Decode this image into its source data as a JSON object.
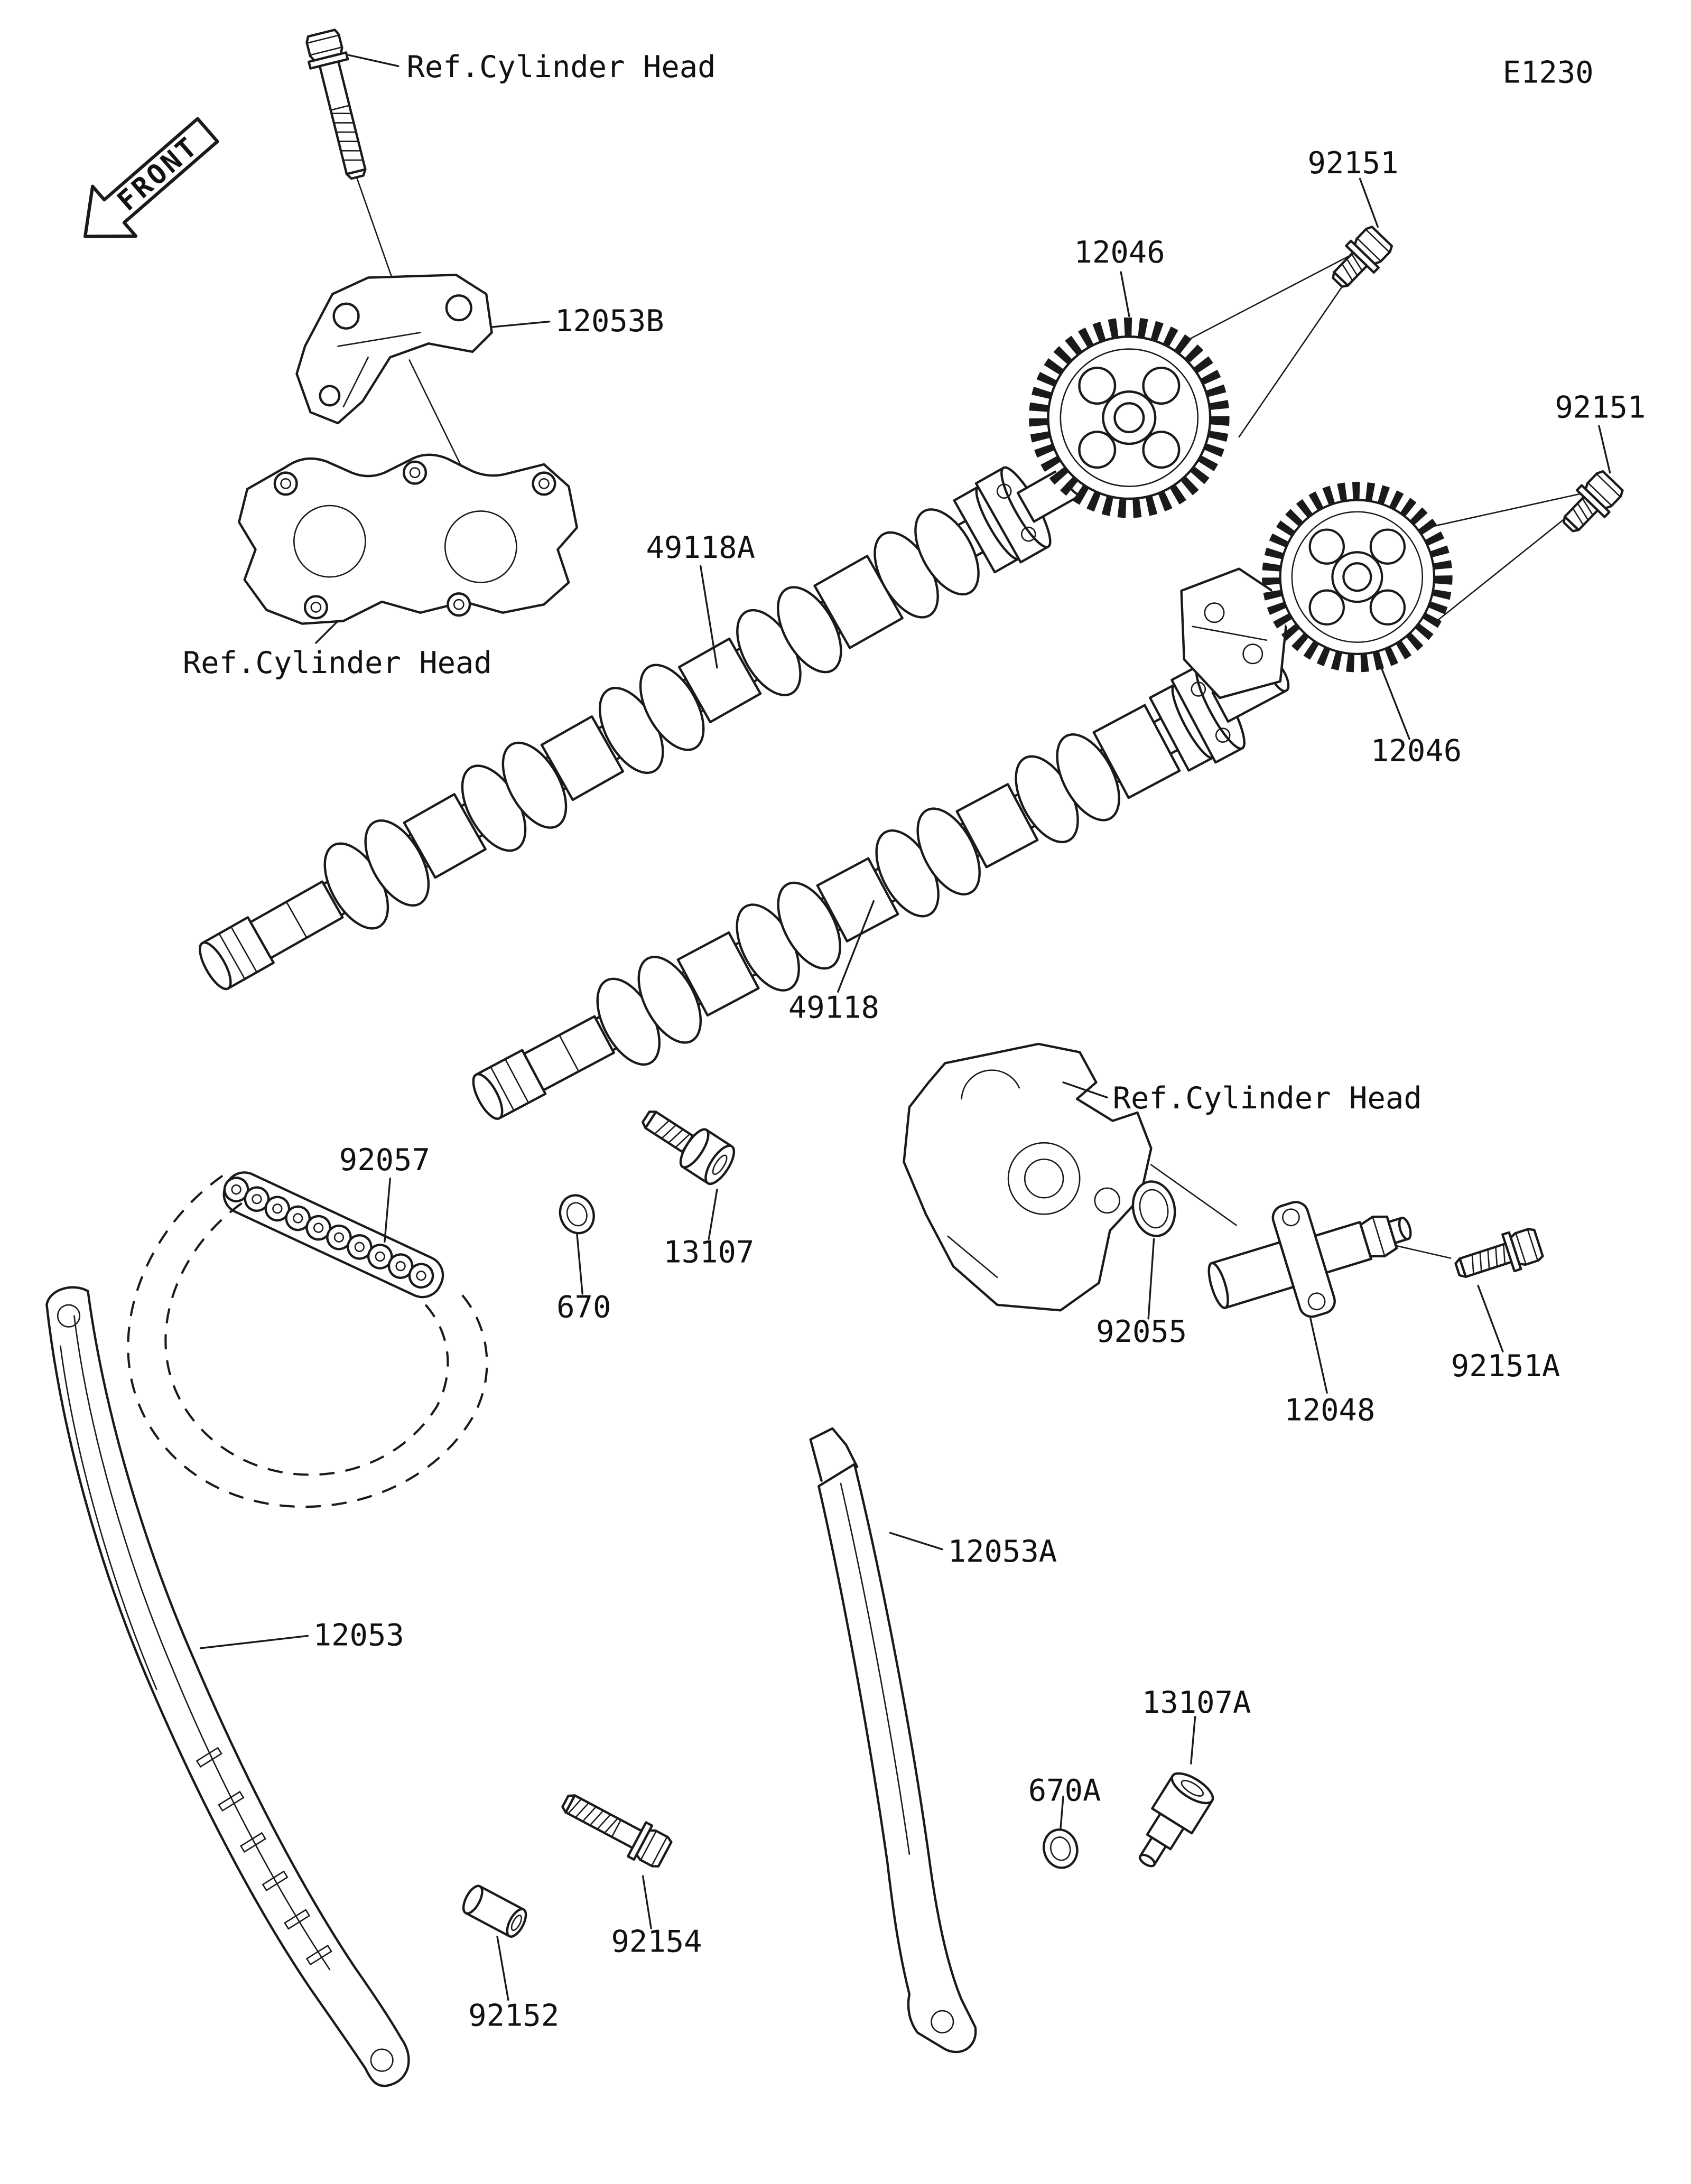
{
  "page": {
    "diagram_code": "E1230",
    "front_marker": "FRONT"
  },
  "annotations": {
    "ref_cylinder_head": "Ref.Cylinder Head"
  },
  "part_labels": {
    "n12053B": "12053B",
    "n92151": "92151",
    "n12046": "12046",
    "n49118A": "49118A",
    "n49118": "49118",
    "n92057": "92057",
    "n670": "670",
    "n13107": "13107",
    "n92055": "92055",
    "n12048": "12048",
    "n92151A": "92151A",
    "n12053A": "12053A",
    "n12053": "12053",
    "n13107A": "13107A",
    "n670A": "670A",
    "n92154": "92154",
    "n92152": "92152"
  }
}
